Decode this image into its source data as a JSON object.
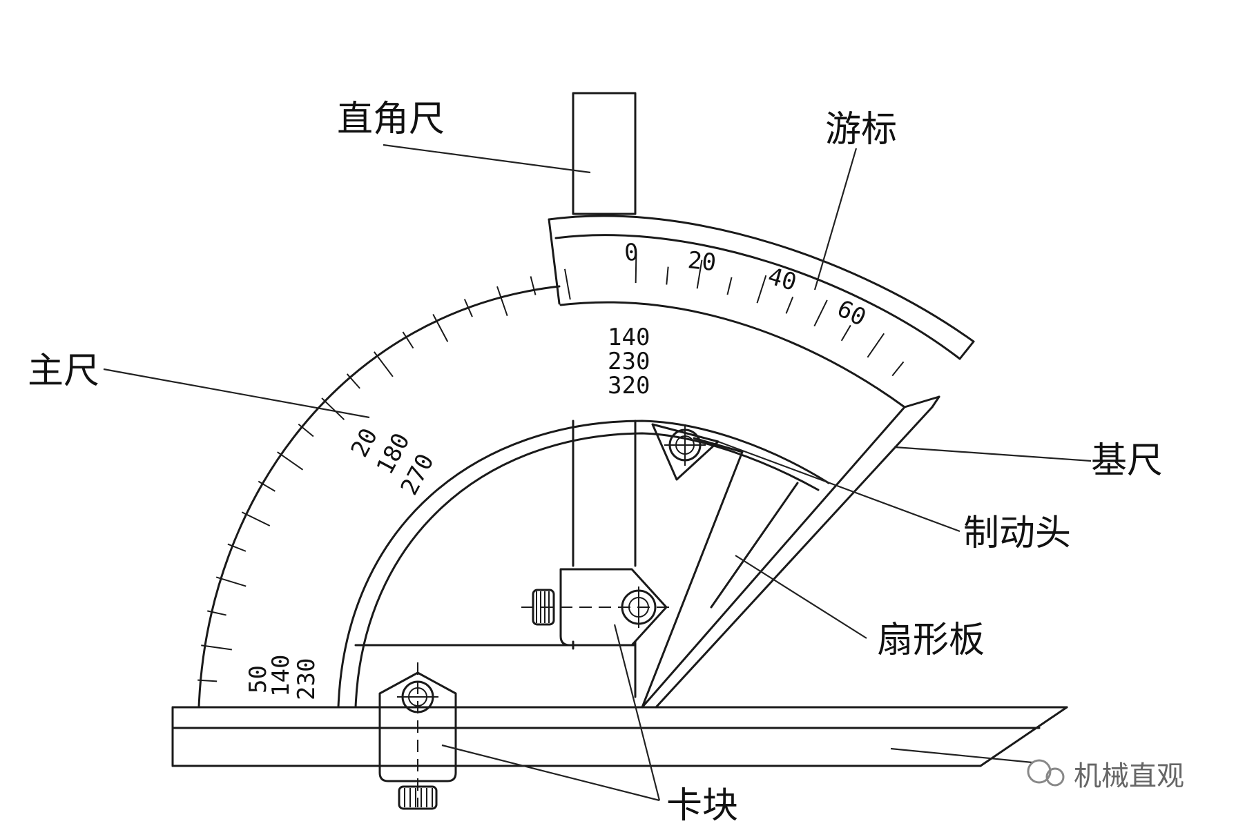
{
  "labels": {
    "square": "直角尺",
    "vernier": "游标",
    "main_scale": "主尺",
    "base_ruler": "基尺",
    "brake_head": "制动头",
    "sector_plate": "扇形板",
    "clamp_block": "卡块"
  },
  "vernier_scale": [
    "0",
    "20",
    "40",
    "60"
  ],
  "center_readings": [
    "140",
    "230",
    "320"
  ],
  "mid_readings": [
    "20",
    "180",
    "270"
  ],
  "low_readings": [
    "50",
    "140",
    "230"
  ],
  "watermark": "机械直观"
}
